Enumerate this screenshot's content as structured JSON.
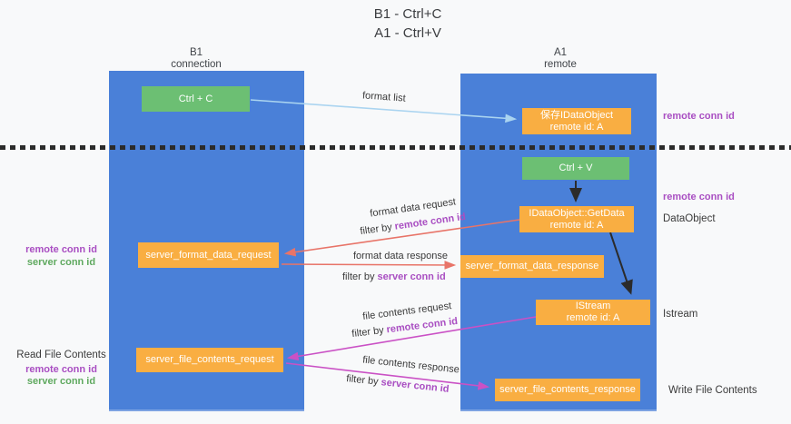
{
  "title": {
    "line1": "B1 - Ctrl+C",
    "line2": "A1 - Ctrl+V"
  },
  "columns": {
    "left": {
      "name": "B1",
      "role": "connection"
    },
    "right": {
      "name": "A1",
      "role": "remote"
    }
  },
  "boxes": {
    "ctrl_c": "Ctrl + C",
    "ctrl_v": "Ctrl + V",
    "save_line1": "保存IDataObject",
    "save_line2": "remote id: A",
    "getdata_line1": "IDataObject::GetData",
    "getdata_line2": "remote id: A",
    "istream_line1": "IStream",
    "istream_line2": "remote id: A",
    "format_request": "server_format_data_request",
    "format_response": "server_format_data_response",
    "file_request": "server_file_contents_request",
    "file_response": "server_file_contents_response"
  },
  "msg": {
    "format_list": "format list",
    "fdr_text": "format data request",
    "fdr_filter": "filter by ",
    "fdr_id": "remote conn id",
    "fds_text": "format data response",
    "fds_filter": "filter by ",
    "fds_id": "server conn id",
    "fcr_text": "file contents request",
    "fcr_filter": "filter by ",
    "fcr_id": "remote conn id",
    "fcs_text": "file contents response",
    "fcs_filter": "filter by ",
    "fcs_id": "server conn id"
  },
  "right_labels": {
    "remote1": "remote conn id",
    "remote2": "remote conn id",
    "dataobject": "DataObject",
    "istream": "Istream",
    "write_title": "Write File Contents"
  },
  "left_labels": {
    "group1_remote": "remote conn id",
    "group1_server": "server conn id",
    "read_title": "Read File Contents",
    "group2_remote": "remote conn id",
    "group2_server": "server conn id"
  },
  "colors": {
    "lifeline_blue": "#4a80d8",
    "box_green": "#6cbf73",
    "box_orange": "#f9ae42",
    "arrow_light_blue": "#aad4f0",
    "arrow_salmon": "#e87468",
    "arrow_magenta": "#ca51c5",
    "arrow_black": "#2b2b2b",
    "text_purple": "#a94ec2",
    "text_green": "#5fa95f"
  }
}
